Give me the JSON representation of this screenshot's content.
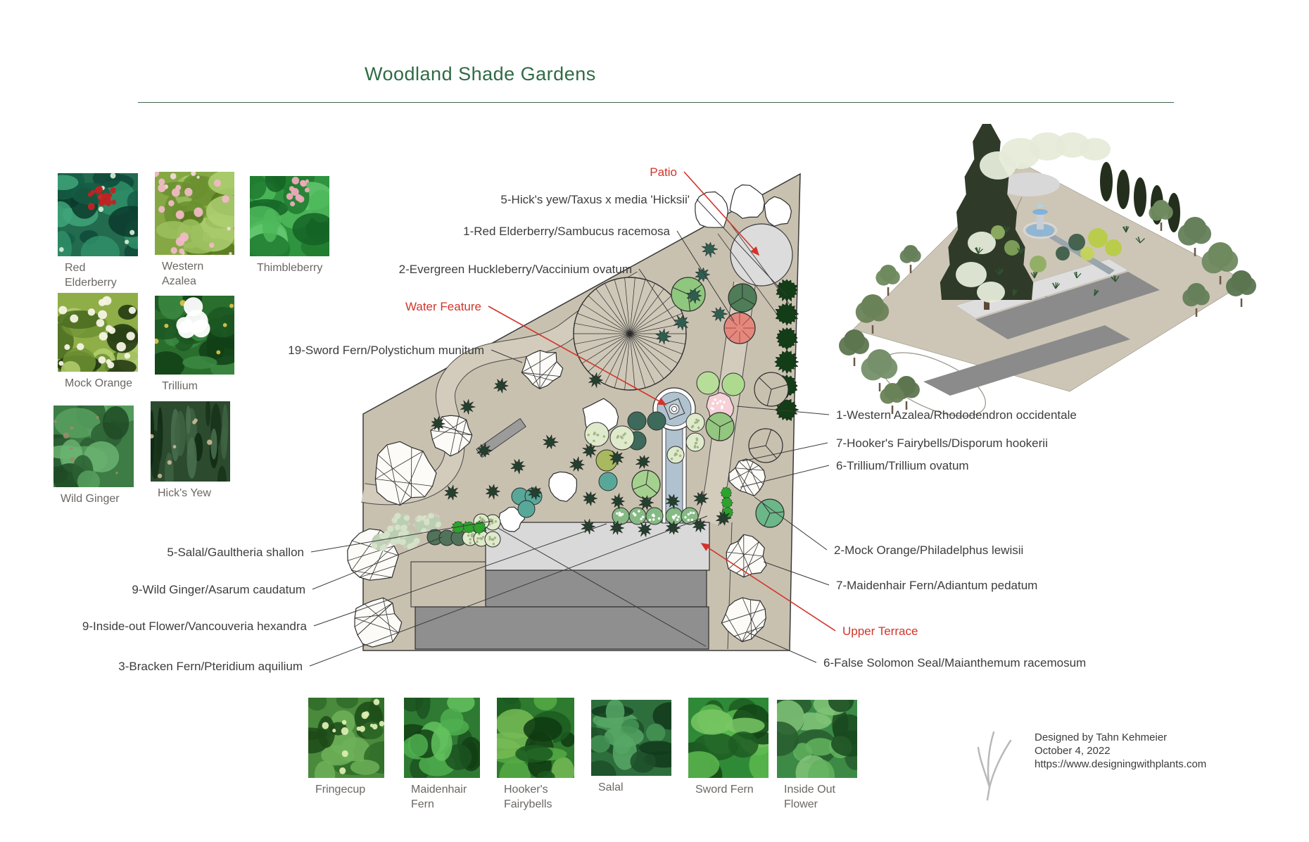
{
  "title": "Woodland Shade Gardens",
  "colors": {
    "title_green": "#2f6b44",
    "rule_green": "#47634f",
    "callout_dark": "#3d3d3d",
    "callout_red": "#d2342a",
    "ground_tan": "#c9c1b0",
    "path_tan": "#d3ccbc",
    "patio_gray": "#dcdcdc",
    "terrace_light": "#d9d9d9",
    "terrace_dark": "#8f8f8f",
    "water_blue": "#b0c2cf",
    "yew_dark_green": "#123d17",
    "caption_gray": "#6b6763"
  },
  "gallery_left": [
    {
      "id": "red-elderberry",
      "caption": [
        "Red",
        "Elderberry"
      ],
      "photo": {
        "base": "#226b4f",
        "blobs": [
          "#0e4a38",
          "#2f8f68",
          "#155c44",
          "#3fa57a",
          "#0a3a2c"
        ],
        "accent": "#c32222",
        "accentSize": [
          2,
          5
        ],
        "accentCount": 16,
        "cluster": true,
        "highlight": "#d8f0d8"
      }
    },
    {
      "id": "western-azalea",
      "caption": [
        "Western",
        "Azalea"
      ],
      "photo": {
        "base": "#86a844",
        "blobs": [
          "#6a8f30",
          "#9cbf5e",
          "#56781f",
          "#aed072"
        ],
        "accent": "#f0b9c4",
        "accentSize": [
          3,
          6
        ],
        "accentCount": 18,
        "highlight": "#f6dde2"
      }
    },
    {
      "id": "thimbleberry",
      "caption": [
        "Thimbleberry"
      ],
      "photo": {
        "base": "#2f9440",
        "blobs": [
          "#1e7a2f",
          "#4db85a",
          "#146325",
          "#63c770"
        ],
        "accent": "#eeaab8",
        "accentSize": [
          2,
          5
        ],
        "accentCount": 12,
        "cluster": true
      }
    },
    {
      "id": "mock-orange",
      "caption": [
        "Mock Orange"
      ],
      "photo": {
        "base": "#8fae48",
        "blobs": [
          "#6e9232",
          "#b5cf6e",
          "#4a6b20",
          "#1d3310"
        ],
        "accent": "#f6f4e4",
        "accentSize": [
          3,
          6
        ],
        "accentCount": 20
      }
    },
    {
      "id": "trillium",
      "caption": [
        "Trillium"
      ],
      "photo": {
        "base": "#2a6e2e",
        "blobs": [
          "#1c5722",
          "#3c8a42",
          "#123f16"
        ],
        "accent": "#ffffff",
        "accentSize": [
          8,
          16
        ],
        "accentCount": 5,
        "cluster": true,
        "highlight": "#e7c549"
      }
    },
    {
      "id": "wild-ginger",
      "caption": [
        "Wild Ginger"
      ],
      "photo": {
        "base": "#3d7c45",
        "blobs": [
          "#2b5f33",
          "#57a05f",
          "#1e4a24",
          "#6ab371"
        ],
        "highlight": "#9a8b6a"
      }
    },
    {
      "id": "hicks-yew",
      "caption": [
        "Hick's Yew"
      ],
      "photo": {
        "base": "#2c4a2e",
        "blobs": [
          "#16331a",
          "#3f6342",
          "#0f2812",
          "#4a7050"
        ],
        "vertical": true,
        "highlight": "#c9ba96"
      }
    }
  ],
  "gallery_bottom": [
    {
      "id": "fringecup",
      "caption": [
        "Fringecup"
      ],
      "photo": {
        "base": "#4a8a3c",
        "blobs": [
          "#2f6b28",
          "#6db058",
          "#1d4a18"
        ],
        "accent": "#dcedb0",
        "accentSize": [
          2,
          5
        ],
        "accentCount": 14
      }
    },
    {
      "id": "maidenhair-fern",
      "caption": [
        "Maidenhair",
        "Fern"
      ],
      "photo": {
        "base": "#2f7a33",
        "blobs": [
          "#1b5220",
          "#4fae4f",
          "#123f14",
          "#63c25e"
        ]
      }
    },
    {
      "id": "hookers-fairybells",
      "caption": [
        "Hooker's",
        "Fairybells"
      ],
      "photo": {
        "base": "#2e7a2e",
        "blobs": [
          "#1b5a20",
          "#55aa44",
          "#0f3a12",
          "#77bb55"
        ]
      }
    },
    {
      "id": "salal",
      "caption": [
        "Salal"
      ],
      "photo": {
        "base": "#2e6e3c",
        "blobs": [
          "#1c4f28",
          "#459455",
          "#123a1c",
          "#57a866"
        ]
      }
    },
    {
      "id": "sword-fern",
      "caption": [
        "Sword Fern"
      ],
      "photo": {
        "base": "#2f8a38",
        "blobs": [
          "#1d5c22",
          "#5cb84f",
          "#134416",
          "#79c765"
        ]
      }
    },
    {
      "id": "inside-out-flower",
      "caption": [
        "Inside Out",
        "Flower"
      ],
      "photo": {
        "base": "#3c8a46",
        "blobs": [
          "#275c2e",
          "#63b35f",
          "#1a4a20",
          "#83c47a"
        ]
      }
    }
  ],
  "callouts": [
    {
      "id": "patio",
      "text": "Patio",
      "color": "red"
    },
    {
      "id": "hicks-yew-callout",
      "text": "5-Hick's yew/Taxus x media 'Hicksii'",
      "color": "dark"
    },
    {
      "id": "red-elderberry-callout",
      "text": "1-Red Elderberry/Sambucus racemosa",
      "color": "dark"
    },
    {
      "id": "evergreen-huckleberry-callout",
      "text": "2-Evergreen Huckleberry/Vaccinium ovatum",
      "color": "dark"
    },
    {
      "id": "water-feature",
      "text": "Water Feature",
      "color": "red"
    },
    {
      "id": "sword-fern-callout",
      "text": "19-Sword Fern/Polystichum munitum",
      "color": "dark"
    },
    {
      "id": "western-azalea-callout",
      "text": "1-Western Azalea/Rhododendron occidentale",
      "color": "dark"
    },
    {
      "id": "hookers-fairybells-callout",
      "text": "7-Hooker's Fairybells/Disporum hookerii",
      "color": "dark"
    },
    {
      "id": "trillium-callout",
      "text": "6-Trillium/Trillium ovatum",
      "color": "dark"
    },
    {
      "id": "mock-orange-callout",
      "text": "2-Mock Orange/Philadelphus lewisii",
      "color": "dark"
    },
    {
      "id": "maidenhair-fern-callout",
      "text": "7-Maidenhair Fern/Adiantum pedatum",
      "color": "dark"
    },
    {
      "id": "upper-terrace",
      "text": "Upper Terrace",
      "color": "red"
    },
    {
      "id": "false-solomon-seal-callout",
      "text": "6-False Solomon Seal/Maianthemum racemosum",
      "color": "dark"
    },
    {
      "id": "salal-callout",
      "text": "5-Salal/Gaultheria shallon",
      "color": "dark"
    },
    {
      "id": "wild-ginger-callout",
      "text": "9-Wild Ginger/Asarum caudatum",
      "color": "dark"
    },
    {
      "id": "inside-out-flower-callout",
      "text": "9-Inside-out Flower/Vancouveria hexandra",
      "color": "dark"
    },
    {
      "id": "bracken-fern-callout",
      "text": "3-Bracken Fern/Pteridium aquilium",
      "color": "dark"
    }
  ],
  "credits": {
    "designed_by": "Designed by Tahn Kehmeier",
    "date": "October 4, 2022",
    "url": "https://www.designingwithplants.com"
  }
}
